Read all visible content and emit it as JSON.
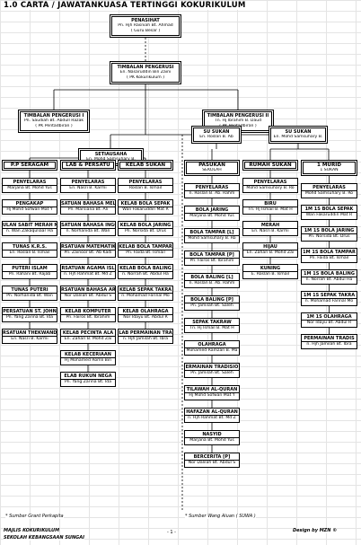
{
  "title": "1.0    CARTA / JAWATANKUASA TERTINGGI KOKURIKULUM",
  "top": [
    {
      "id": "penasihat",
      "lines": [
        "PENASIHAT",
        "Pn. Hjh Rasniah Bt. Ahmad",
        "( Guru Besar )"
      ]
    },
    {
      "id": "tp-utama",
      "lines": [
        "TIMBALAN PENGERUSI",
        "En. Nasaruddin Bin Zaini",
        "( PK Kokurikulum )"
      ]
    },
    {
      "id": "tp-1",
      "lines": [
        "TIMBALAN PENGERUSI I",
        "Pn. Saudiah Bt. Abdull Razak",
        "( PK Pentadbiran )"
      ]
    },
    {
      "id": "tp-2",
      "lines": [
        "TIMBALAN PENGERUSI II",
        "Tn. Hj Ibrahim B. Daud",
        "( PK Pentadbiran )"
      ]
    }
  ],
  "heads": [
    {
      "id": "setiausaha",
      "lines": [
        "SETIAUSAHA",
        "En. Mohd Samsuhary B."
      ]
    },
    {
      "id": "su-sukan-1",
      "lines": [
        "SU SUKAN",
        "En. Roslan B. Ab"
      ]
    },
    {
      "id": "su-sukan-2",
      "lines": [
        "SU SUKAN",
        "En. Mohd Samsuhary B."
      ]
    }
  ],
  "columns": [
    {
      "id": "pp-seragam",
      "header": "P.P SERAGAM",
      "boxes": [
        [
          "PENYELARAS",
          "Marjana Bt. Mohd Yus"
        ],
        [
          "PENGAKAP",
          "Hj Mohd Sofwan Mat Y"
        ],
        [
          "ULAN SABIT MERAH MALA",
          "n. Wan Zakaquliaar Ha"
        ],
        [
          "TUNAS K.R.S.",
          "En. Roslan B. Ismail"
        ],
        [
          "PUTERI ISLAM",
          "Pn. Rahani Bt. Rajab"
        ],
        [
          "TUNAS PUTERI",
          "Pn. Norhanida Bt. Wan"
        ],
        [
          "PERSATUAN ST. JOHN",
          "Pn. Yang Zarina Bt. Ida"
        ],
        [
          "RSATUAN THEKWANDO",
          "En. Nasri B. Karmi"
        ]
      ]
    },
    {
      "id": "kelab-persatuan",
      "header": "LAB & PERSATU",
      "boxes": [
        [
          "PENYELARAS",
          "En. Nasri B. Karmi"
        ],
        [
          "SATUAN BAHASA MEL",
          "Pn. Marsiana Bt. Ali"
        ],
        [
          "SATUAN BAHASA INGG",
          "n. Norhanida Bt. Wan"
        ],
        [
          "RSATUAN MATEMATIK",
          "Pn. Zainoor Bt. Ab Kadi"
        ],
        [
          "RSATUAN AGAMA ISL",
          "n. Hjh Rahmat Bt. Md Z"
        ],
        [
          "RSATUAN BAHASA AR",
          "Nor Dalilah Bt. Abdul S"
        ],
        [
          "KELAB KOMPUTER",
          "Pn. Fairos Bt. Ibrahim"
        ],
        [
          "KELAB PECINTA ALA",
          "En. Zahari B. Mohd Zai"
        ],
        [
          "KELAB KECERIAAN",
          "Hj Mohamed Romli Bin"
        ],
        [
          "ELAB RUKUN NEGA",
          "Pn. Yang Zarina Bt. Ida"
        ]
      ]
    },
    {
      "id": "kelab-sukan",
      "header": "KELAB SUKAN",
      "boxes": [
        [
          "PENYELARAS",
          "Roslan B. Ismail"
        ],
        [
          "KELAB BOLA SEPAK",
          "Wan Fakaruddin Mat R"
        ],
        [
          "KELAB BOLA JARING",
          "Pn. Norsida Bt. Drus"
        ],
        [
          "KELAB BOLA TAMPAR",
          "Pn. Faida Bt. Ismail"
        ],
        [
          "KELAB BOLA BALING",
          "n. Norrah Bt. Abdul Ha"
        ],
        [
          "KELAB SEPAK TAKRA",
          "n. Mohamad Farinal Mo"
        ],
        [
          "KELAB OLAHRAGA",
          "Nor Idayu Bt. Abdul R"
        ],
        [
          "LAB PERMAINAN TRA",
          "n. Hjh Jamilah Bt. Ibra"
        ]
      ]
    },
    {
      "id": "pasukan-sekolah",
      "header": "PASUKAN SEKOLAH",
      "boxes": [
        [
          "PENYELARAS",
          "n. Roslan B. Ab. Rahm"
        ],
        [
          "BOLA JARING",
          "Marjana Bt. Mohd Yus"
        ],
        [
          "BOLA TAMPAR [L]",
          "Mohd Samsuhary B. Ro"
        ],
        [
          "BOLA TAMPAR [P]",
          "Pn. Fairos Bt. Ibrahim"
        ],
        [
          "BOLA BALING [L]",
          "n. Roslan B. Ab. Rahm"
        ],
        [
          "BOLA BALING [P]",
          "Pn. Jamilah Bt. Saleh"
        ],
        [
          "SEPAK TAKRAW",
          "Tn. Hj Ismail B. Mat H"
        ],
        [
          "OLAHRAGA",
          "Mohamed Ramzan B. Ma"
        ],
        [
          "ERMAINAN TRADISIO",
          "Pn. Jamilah Bt. Saleh"
        ],
        [
          "TILAWAH AL-QURAN",
          "Hj Mohd Sofwan Mat Y"
        ],
        [
          "HAFAZAN AL-QURAN",
          "n. Hjh Rahmat Bt. Md Z"
        ],
        [
          "NASYID",
          "Marjana Bt. Mohd Yus"
        ],
        [
          "BERCERITA [P]",
          "Nor Dalilah Bt. Abdul S"
        ]
      ]
    },
    {
      "id": "rumah-sukan",
      "header": "RUMAH SUKAN",
      "boxes": [
        [
          "PENYELARAS",
          "Mohd Samsuhary B. Ro"
        ],
        [
          "BIRU",
          "Tn. Hj Ismail B. Mat H"
        ],
        [
          "MERAH",
          "En. Nasri B. Karmi"
        ],
        [
          "HIJAU",
          "En. Zahari B. Mohd Zai"
        ],
        [
          "KUNING",
          "E. Roslan B. Ismail"
        ]
      ]
    },
    {
      "id": "1-murid-1-sukan",
      "header": "1 MURID 1 SUKAN",
      "boxes": [
        [
          "PENYELARAS",
          "Mohd Samsuhary B. Ro"
        ],
        [
          "1M 1S BOLA SEPAK",
          "Wan Fakaruddin Mat R"
        ],
        [
          "1M 1S BOLA JARING",
          "Pn. Norsida Bt. Drus"
        ],
        [
          "1M 1S BOLA TAMPAR",
          "Pn. Faida Bt. Ismail"
        ],
        [
          "1M 1S BOLA BALING",
          "n. Norrah Bt. Abdul Ha"
        ],
        [
          "1M 1S SEPAK TAKRA",
          "n. Mohamad Farinal Mo"
        ],
        [
          "1M 1S OLAHRAGA",
          "Nor Idayu Bt. Abdul R"
        ],
        [
          "PERMAINAN TRADIS",
          "n. Hjh Jamilah Bt. Ibra"
        ]
      ]
    }
  ],
  "footer": {
    "source_left": "* Sumber Grant Perkapita",
    "source_right": "* Sumber Wang Aiuan ( SUWA )",
    "org_line1": "MAJLIS KOKURIKULUM",
    "org_line2": "SEKOLAH KEBANGSAAN SUNGAI",
    "page": "- 1 -",
    "credit": "Design by MZN ©"
  }
}
